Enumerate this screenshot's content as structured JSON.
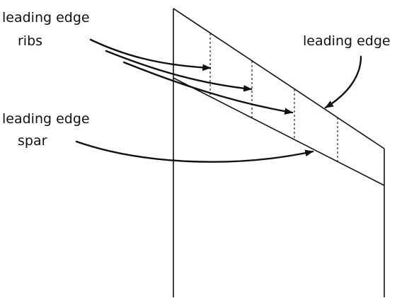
{
  "labels": {
    "ribs_line1": "leading edge",
    "ribs_line2": "ribs",
    "leading_edge": "leading edge",
    "spar_line1": "leading edge",
    "spar_line2": "spar"
  },
  "colors": {
    "ink": "#111111",
    "background": "#ffffff"
  }
}
